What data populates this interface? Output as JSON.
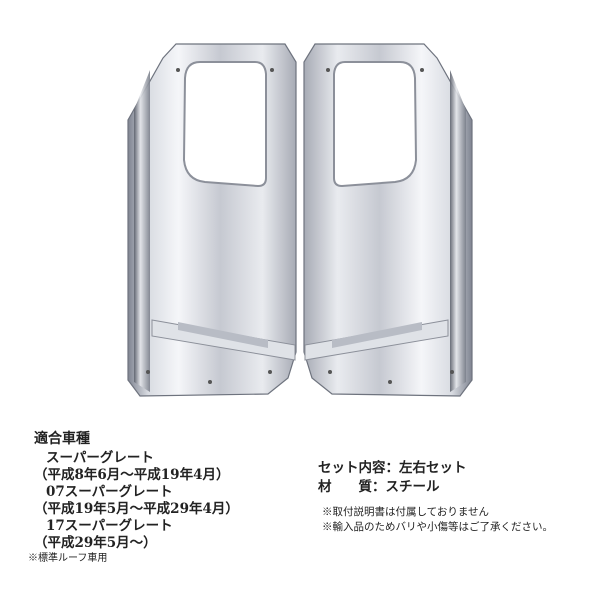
{
  "product": {
    "image_subject": "chrome-door-panel-pair"
  },
  "compatibility": {
    "title": "適合車種",
    "lines": [
      "スーパーグレート",
      "（平成8年6月～平成19年4月）",
      "07スーパーグレート",
      "（平成19年5月～平成29年4月）",
      "17スーパーグレート",
      "（平成29年5月～）"
    ],
    "footnote": "※標準ルーフ車用"
  },
  "specs": {
    "set_label": "セット内容",
    "set_value": "左右セット",
    "material_label": "材　　質",
    "material_value": "スチール",
    "separator": "：",
    "notes": [
      "※取付説明書は付属しておりません",
      "※輸入品のためバリや小傷等はご了承ください。"
    ]
  },
  "colors": {
    "chrome_light": "#f4f5f8",
    "chrome_mid": "#c9ccd4",
    "chrome_dark": "#8a8f9a",
    "text": "#222222"
  }
}
